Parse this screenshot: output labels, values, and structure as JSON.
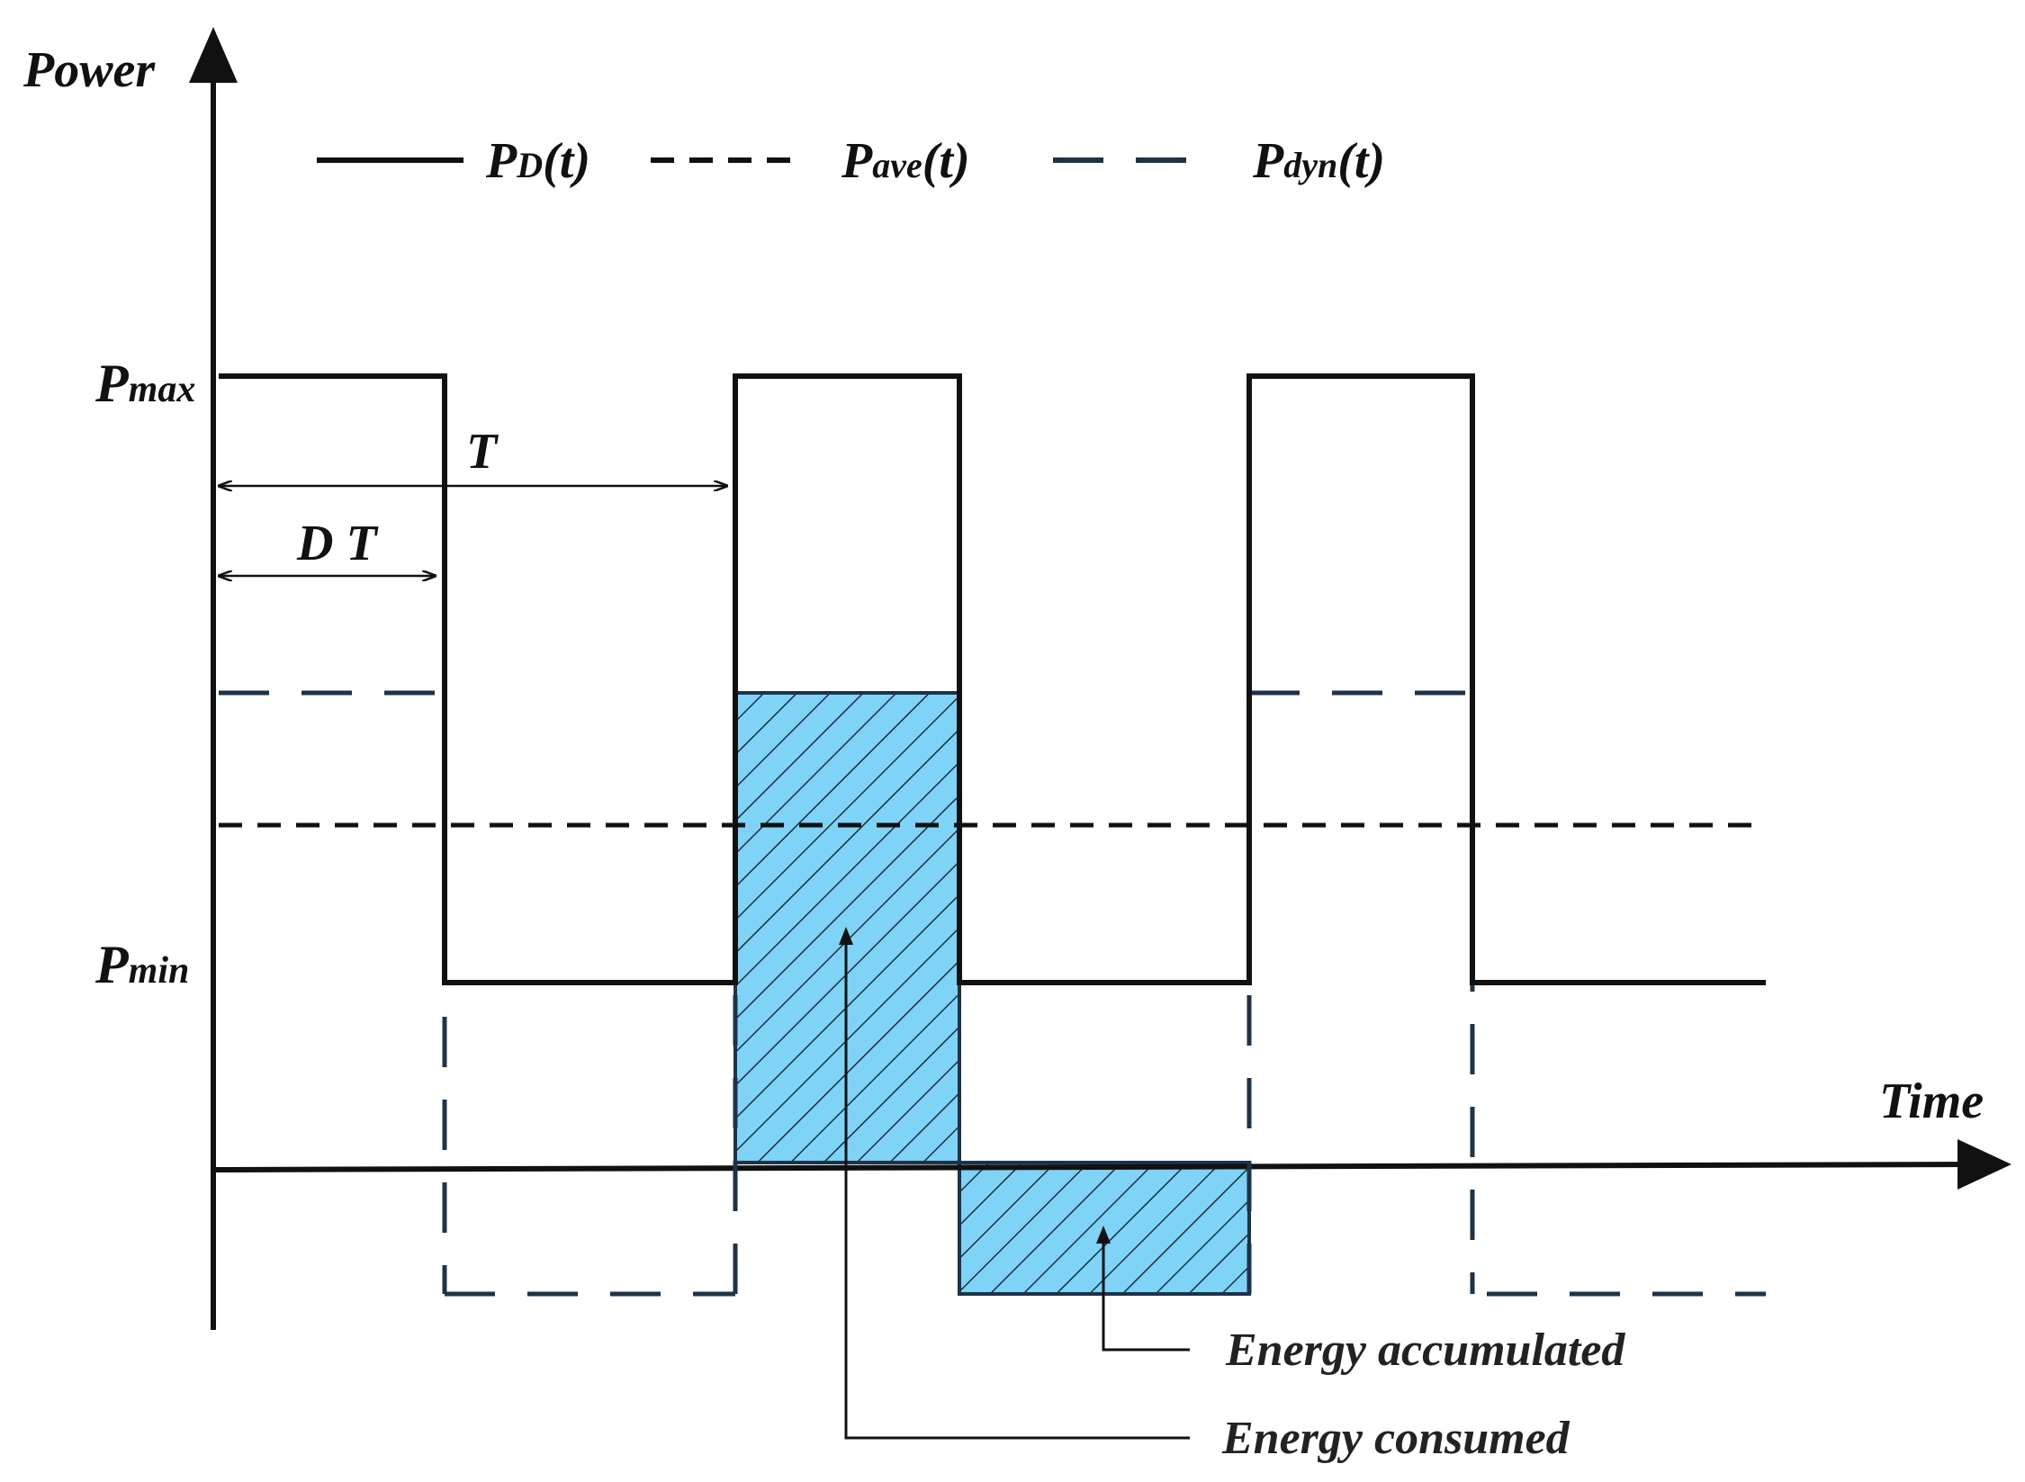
{
  "axes": {
    "y_label": "Power",
    "x_label": "Time"
  },
  "legend": [
    {
      "key": "pd",
      "main": "P",
      "sub": "D",
      "suffix": "(t)",
      "style": "solid"
    },
    {
      "key": "pave",
      "main": "P",
      "sub": "ave",
      "suffix": "(t)",
      "style": "short-dash"
    },
    {
      "key": "pdyn",
      "main": "P",
      "sub": "dyn",
      "suffix": "(t)",
      "style": "long-dash"
    }
  ],
  "levels": {
    "pmax": {
      "main": "P",
      "sub": "max"
    },
    "pmin": {
      "main": "P",
      "sub": "min"
    }
  },
  "dimensions": {
    "period": "T",
    "duty": "D T"
  },
  "annotations": {
    "accumulated": "Energy accumulated",
    "consumed": "Energy consumed"
  },
  "colors": {
    "line": "#111111",
    "pdyn": "#1f3347",
    "fill": "#7fd3f7",
    "hatch": "#1b2f3f"
  }
}
